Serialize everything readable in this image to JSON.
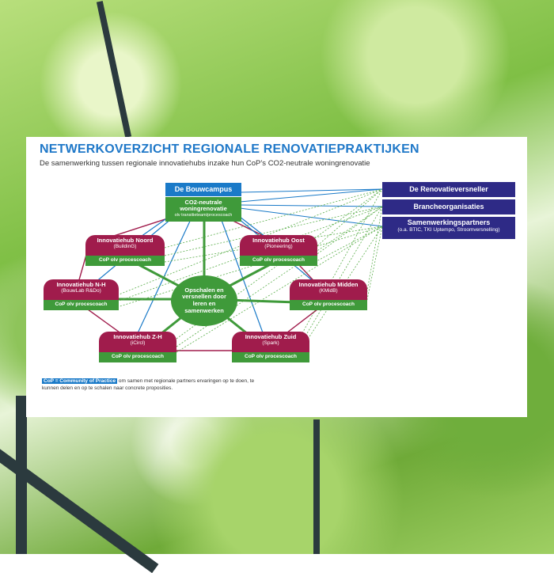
{
  "title": "NETWERKOVERZICHT REGIONALE RENOVATIEPRAKTIJKEN",
  "subtitle": "De samenwerking tussen regionale innovatiehubs inzake hun CoP’s CO2-neutrale woningrenovatie",
  "center": {
    "header": "De Bouwcampus",
    "title": "CO2-neutrale woningrenovatie",
    "sub": "olv transitieteam/procescoach"
  },
  "core": "Opschalen en versnellen door leren en samenwerken",
  "hubs": {
    "noord": {
      "name": "Innovatiehub Noord",
      "org": "(BuildinG)",
      "cop": "CoP olv procescoach"
    },
    "oost": {
      "name": "Innovatiehub Oost",
      "org": "(Pioneering)",
      "cop": "CoP olv procescoach"
    },
    "nh": {
      "name": "Innovatiehub N-H",
      "org": "(BouwLab R&Do)",
      "cop": "CoP olv procescoach"
    },
    "midden": {
      "name": "Innovatiehub Midden",
      "org": "(KMidB)",
      "cop": "CoP olv procescoach"
    },
    "zh": {
      "name": "Innovatiehub Z-H",
      "org": "(iCircl)",
      "cop": "CoP olv procescoach"
    },
    "zuid": {
      "name": "Innovatiehub Zuid",
      "org": "(Spark)",
      "cop": "CoP olv procescoach"
    }
  },
  "partners": {
    "renovatieversneller": "De Renovatieversneller",
    "branche": "Brancheorganisaties",
    "samenwerking": "Samenwerkingspartners",
    "samenwerking_sub": "(o.a. BTIC, TKI Uptempo, Stroomversnelling)"
  },
  "note": {
    "term": "CoP = Community of Practice",
    "text": " om samen met regionale partners ervaringen op te doen, te kunnen delen en op te schalen naar concrete proposities."
  },
  "colors": {
    "blue": "#1a7ac8",
    "green": "#3f9a3a",
    "red": "#a01c4c",
    "navy": "#2e2a86"
  }
}
